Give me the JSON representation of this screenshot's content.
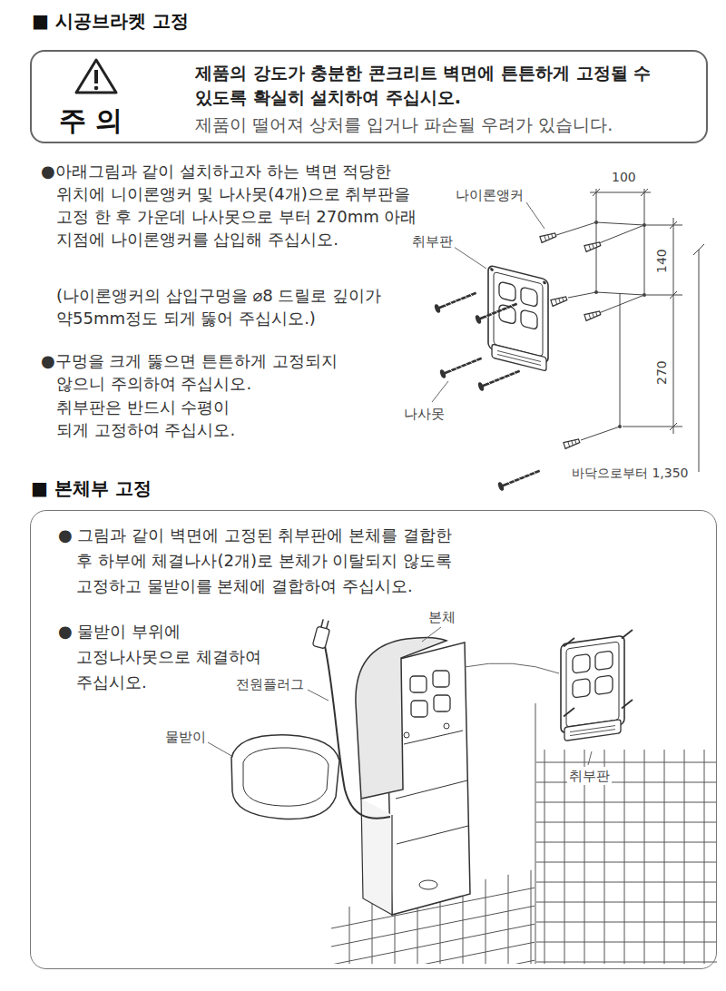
{
  "diagram": {
    "title": "■ 시공브라켓 고정",
    "nodes": [
      {
        "text": [
          "주 의",
          "제품의 강도가 충분한 콘크리트 벽면에 튼튼하게 고정될 수 있도록 확실히 설치하여 주십시오.",
          "제품이 떨어져 상처를 입거나 파손될 우려가 있습니다."
        ]
      },
      {
        "text": [
          "■ 본체부 고정",
          "● 그림과 같이 벽면에 고정된 취부판에 본체를 결합한 후 하부에 체결나사(2개)로 본체가 이탈되지 않도록 고정하고 물받이를 본체에 결합하여 주십시오.",
          "● 물받이 부위에 고정나사못으로 체결하여 주십시오."
        ]
      }
    ],
    "labels": [
      "●아래그림과 같이 설치하고자 하는 벽면 적당한 위치에 니이론앵커 및 나사못(4개)으로 취부판을 고정 한 후 가운데 나사못으로 부터 270mm 아래 지점에 나이론앵커를 삽입해 주십시오.",
      "(나이론앵커의 삽입구멍을 ⌀8 드릴로 깊이가 약55mm정도 되게 뚫어 주십시오.)",
      "●구멍을 크게 뚫으면 튼튼하게 고정되지 않으니 주의하여 주십시오.",
      "취부판은 반드시 수평이 되게 고정하여 주십시오.",
      "100",
      "나이론앵커",
      "취부판",
      "140",
      "270",
      "나사못",
      "바닥으로부터 1,350",
      "본체",
      "전원플러그",
      "물받이",
      "취부판"
    ]
  }
}
